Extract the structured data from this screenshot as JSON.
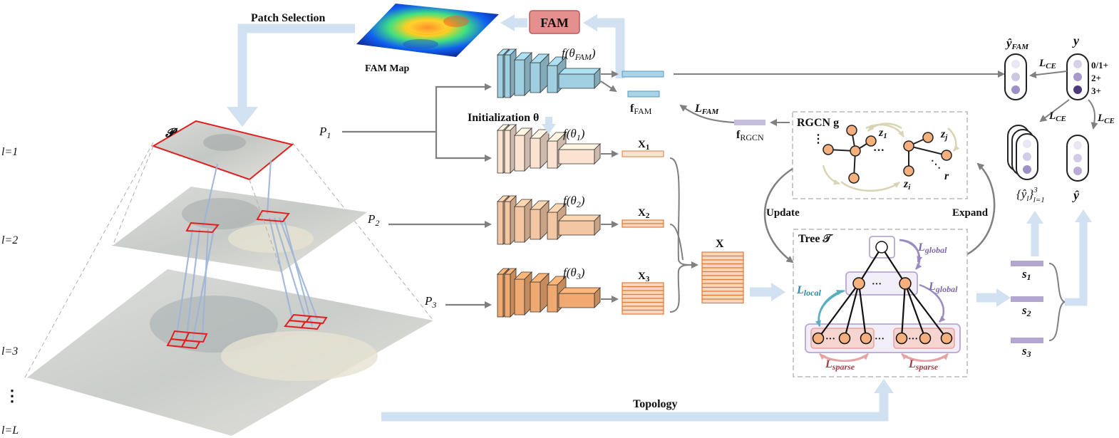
{
  "labels": {
    "patch_selection": "Patch Selection",
    "fam_map": "FAM Map",
    "fam": "FAM",
    "f_theta_fam": "f(θ",
    "f_theta_fam_sub": "FAM",
    "f_fam": "f",
    "f_fam_sub": "FAM",
    "initialization": "Initialization θ",
    "f_theta_1": "f(θ",
    "f_theta_1_sub": "1",
    "f_theta_2": "f(θ",
    "f_theta_2_sub": "2",
    "f_theta_3": "f(θ",
    "f_theta_3_sub": "3",
    "close_paren": ")",
    "x1": "X",
    "x1_sub": "1",
    "x2": "X",
    "x2_sub": "2",
    "x3": "X",
    "x3_sub": "3",
    "x": "X",
    "p1": "P",
    "p1_sub": "1",
    "p2": "P",
    "p2_sub": "2",
    "p3": "P",
    "p3_sub": "3",
    "pyramid_p": "𝓟",
    "level_1": "l=1",
    "level_2": "l=2",
    "level_3": "l=3",
    "level_dots": "⋮",
    "level_L": "l=L",
    "l_fam": "L",
    "l_fam_sub": "FAM",
    "f_rgcn": "f",
    "f_rgcn_sub": "RGCN",
    "rgcn_title": "RGCN g",
    "z1": "z",
    "z1_sub": "1",
    "zj": "z",
    "zj_sub": "j",
    "zi": "z",
    "zi_sub": "i",
    "r": "r",
    "update": "Update",
    "expand": "Expand",
    "tree_title": "Tree 𝒯",
    "l_global_1": "L",
    "l_global_1_sub": "global",
    "l_global_2": "L",
    "l_global_2_sub": "global",
    "l_local": "L",
    "l_local_sub": "local",
    "l_sparse_1": "L",
    "l_sparse_1_sub": "sparse",
    "l_sparse_2": "L",
    "l_sparse_2_sub": "sparse",
    "s1": "s",
    "s1_sub": "1",
    "s2": "s",
    "s2_sub": "2",
    "s3": "s",
    "s3_sub": "3",
    "y_fam_hat": "ŷ",
    "y_fam_hat_sub": "FAM",
    "y": "y",
    "l_ce_1": "L",
    "l_ce_1_sub": "CE",
    "l_ce_2": "L",
    "l_ce_2_sub": "CE",
    "l_ce_3": "L",
    "l_ce_3_sub": "CE",
    "class_0": "0/1+",
    "class_2": "2+",
    "class_3": "3+",
    "y_l_set": "{ŷ",
    "y_l_set_sub": "l",
    "y_l_set_tail": "}",
    "y_l_set_sup": "3",
    "y_l_set_idx": "l=1",
    "y_hat": "ŷ",
    "topology": "Topology",
    "dots": "···"
  },
  "colors": {
    "arrow_light": "#d2e1f2",
    "arrow_gray": "#808080",
    "fam_box": "#e58f8f",
    "cnn_blue": "#9fcfe0",
    "cnn_1": "#fbe3d2",
    "cnn_2": "#f4c7a4",
    "cnn_3": "#f0a970",
    "node": "#f6b07e",
    "patch_red": "#e02020",
    "purple": "#9a8cc0",
    "teal": "#5aaec4",
    "rose": "#e5a3a3"
  }
}
